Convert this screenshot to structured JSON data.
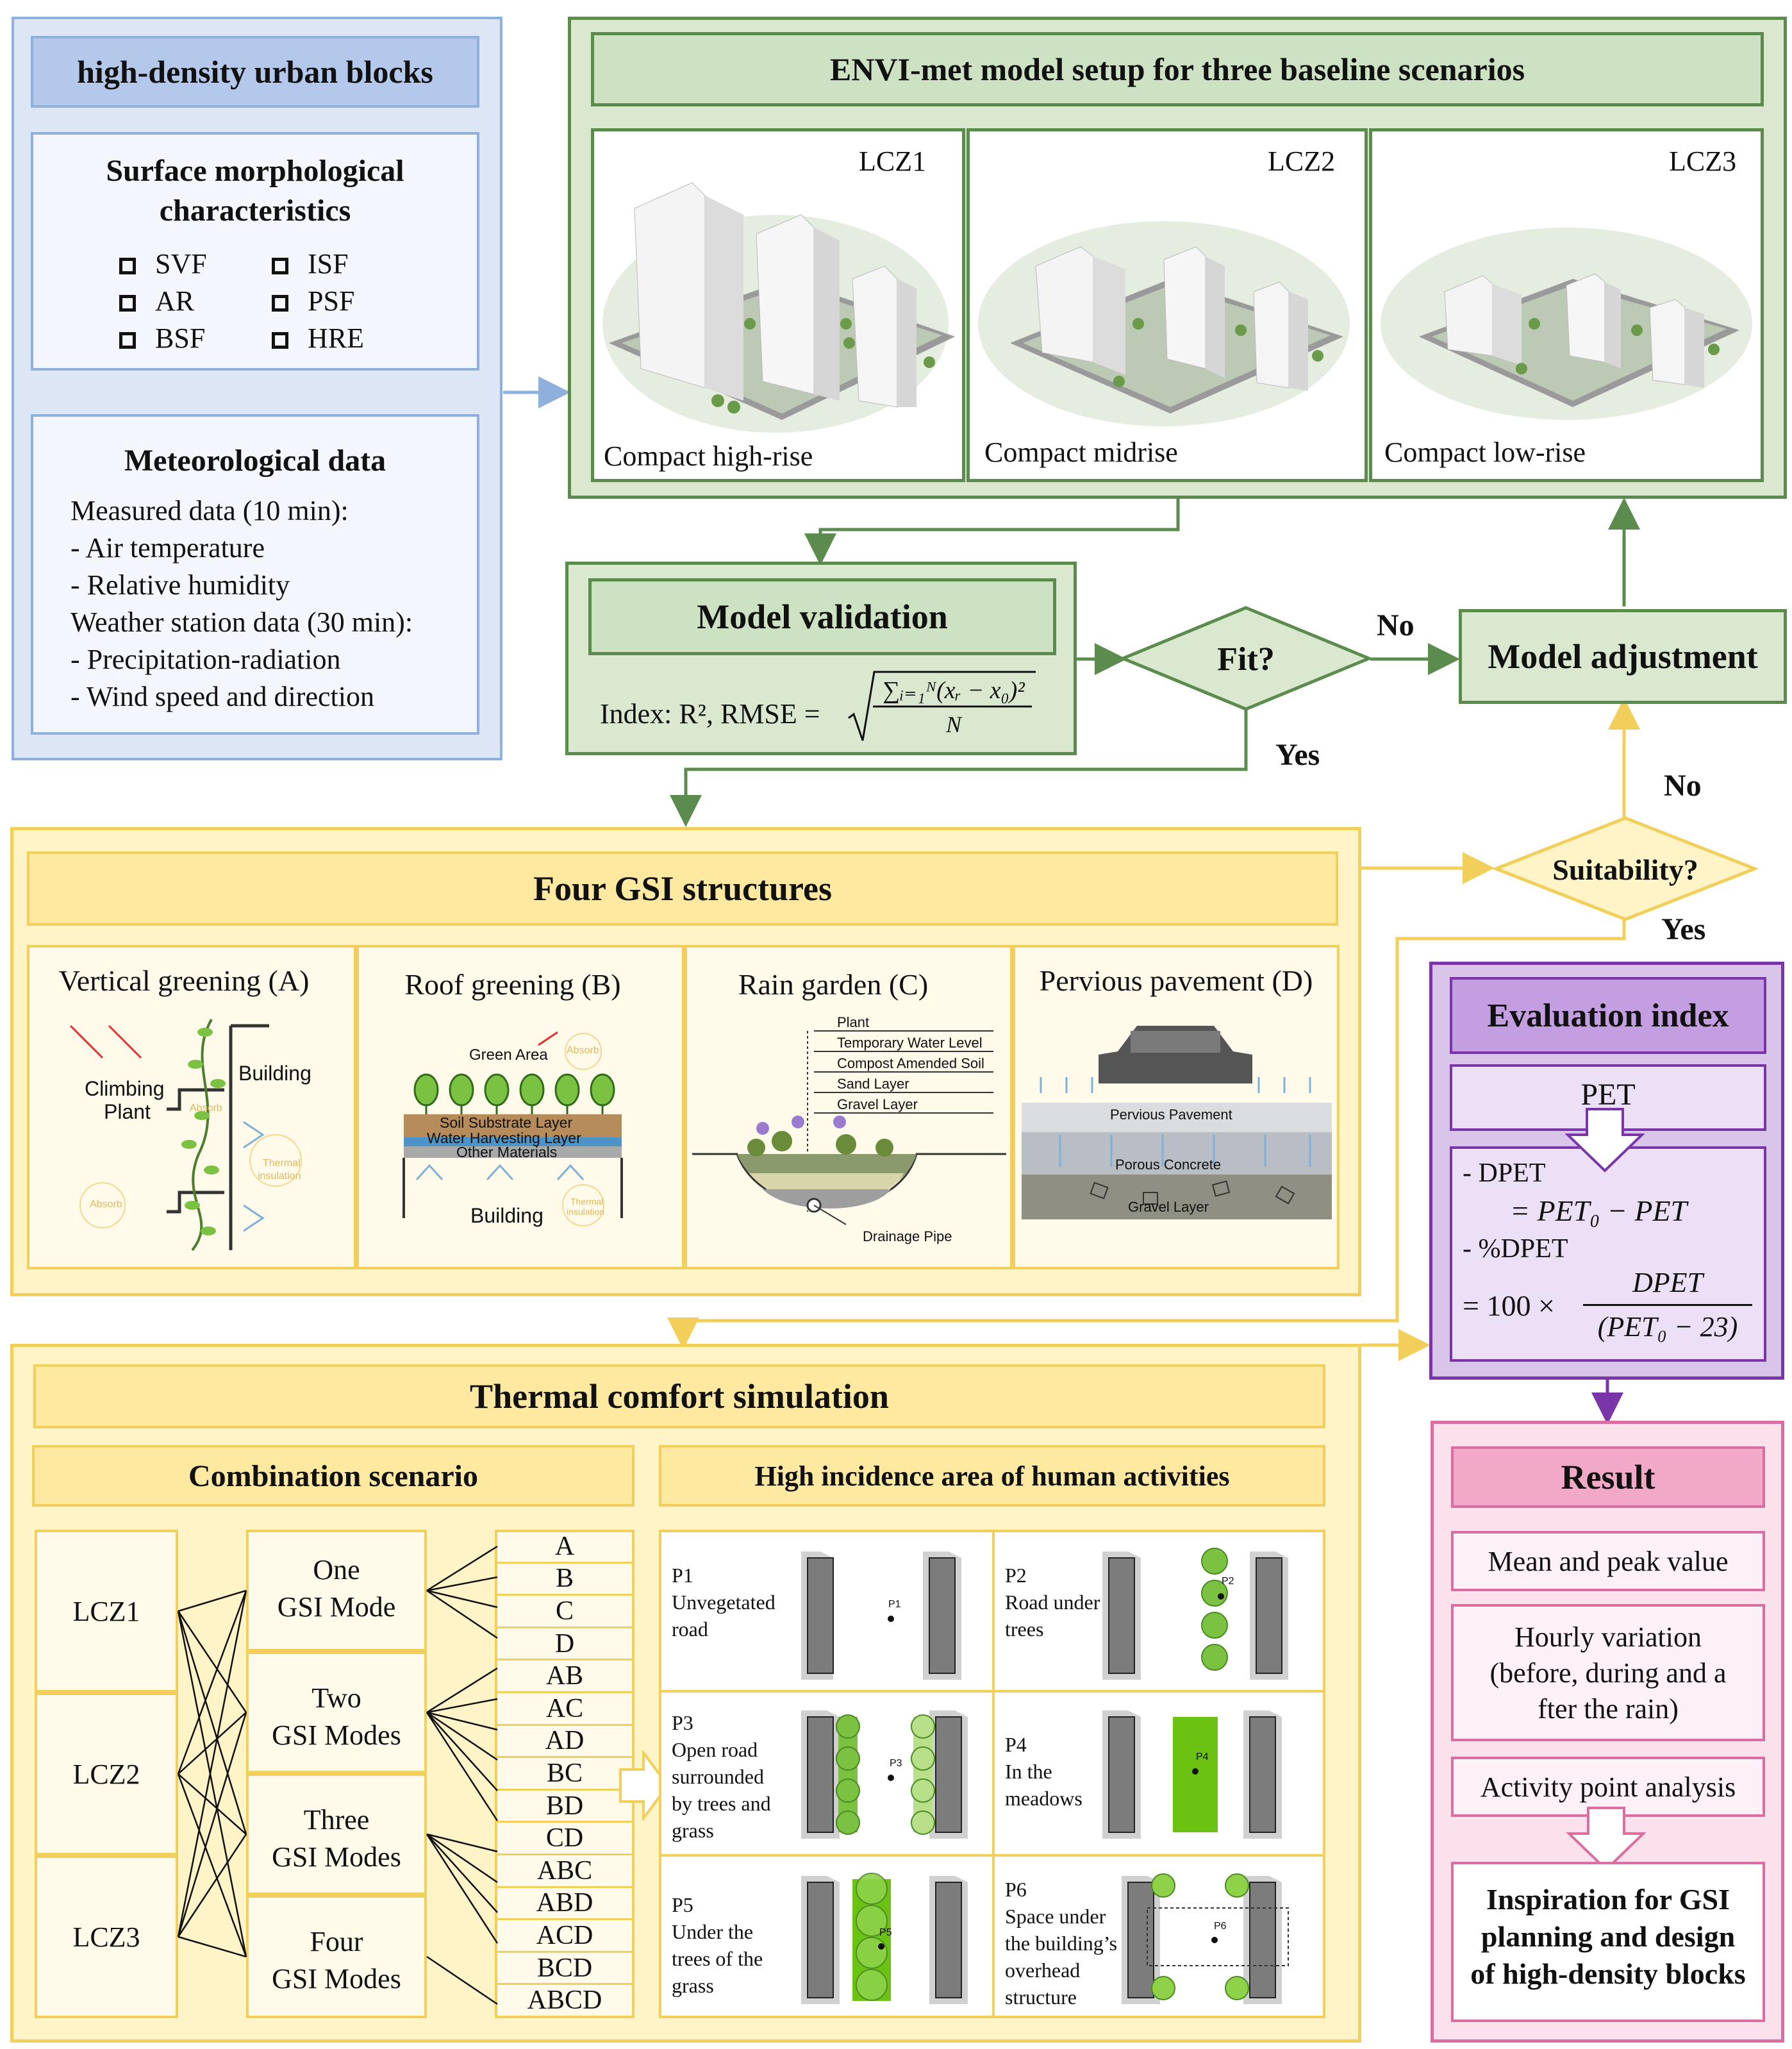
{
  "blocks": {
    "title": "high-density urban blocks",
    "morphology": {
      "title_line1": "Surface morphological",
      "title_line2": "characteristics",
      "items": [
        "SVF",
        "ISF",
        "AR",
        "PSF",
        "BSF",
        "HRE"
      ]
    },
    "meteo": {
      "title": "Meteorological data",
      "lines": [
        "Measured data (10 min):",
        "- Air temperature",
        "- Relative humidity",
        "Weather station data (30 min):",
        "- Precipitation-radiation",
        "- Wind speed and direction"
      ]
    }
  },
  "envi": {
    "title": "ENVI-met model setup for three baseline scenarios",
    "panels": [
      {
        "lcz": "LCZ1",
        "label": "Compact high-rise"
      },
      {
        "lcz": "LCZ2",
        "label": "Compact midrise"
      },
      {
        "lcz": "LCZ3",
        "label": "Compact low-rise"
      }
    ]
  },
  "validation": {
    "title": "Model validation",
    "index_label": "Index: R², RMSE =",
    "formula_num": "∑ᵢ₌₁ᴺ(xᵣ − x₀)²",
    "formula_den": "N"
  },
  "decision": {
    "fit": "Fit?",
    "no": "No",
    "yes": "Yes",
    "suitability": "Suitability?",
    "no2": "No",
    "yes2": "Yes"
  },
  "adjustment": {
    "title": "Model adjustment"
  },
  "gsi": {
    "title": "Four GSI structures",
    "panels": [
      {
        "title": "Vertical greening (A)",
        "labels": [
          "Climbing",
          "Plant",
          "Building",
          "Absorb",
          "Thermal",
          "insulation",
          "Absorb"
        ]
      },
      {
        "title": "Roof greening (B)",
        "labels": [
          "Green  Area",
          "Absorb",
          "Soil Substrate Layer",
          "Water Harvesting Layer",
          "Other Materials",
          "Building",
          "Thermal",
          "insulation"
        ]
      },
      {
        "title": "Rain garden (C)",
        "labels": [
          "Plant",
          "Temporary Water Level",
          "Compost Amended Soil",
          "Sand Layer",
          "Gravel Layer",
          "Drainage Pipe"
        ]
      },
      {
        "title": "Pervious pavement (D)",
        "labels": [
          "Pervious Pavement",
          "Porous Concrete",
          "Gravel Layer"
        ]
      }
    ]
  },
  "evaluation": {
    "title": "Evaluation index",
    "pet": "PET",
    "dpet_label": "- DPET",
    "dpet_formula": "= PET₀ − PET",
    "pdpet_label": "- %DPET",
    "pdpet_prefix": "= 100 ×",
    "pdpet_num": "DPET",
    "pdpet_den": "(PET₀ − 23)"
  },
  "thermal": {
    "title": "Thermal comfort simulation",
    "combo_title": "Combination scenario",
    "activity_title": "High incidence area of human activities",
    "lczs": [
      "LCZ1",
      "LCZ2",
      "LCZ3"
    ],
    "modes": [
      {
        "line1": "One",
        "line2": "GSI Mode"
      },
      {
        "line1": "Two",
        "line2": "GSI Modes"
      },
      {
        "line1": "Three",
        "line2": "GSI Modes"
      },
      {
        "line1": "Four",
        "line2": "GSI Modes"
      }
    ],
    "combos": [
      "A",
      "B",
      "C",
      "D",
      "AB",
      "AC",
      "AD",
      "BC",
      "BD",
      "CD",
      "ABC",
      "ABD",
      "ACD",
      "BCD",
      "ABCD"
    ],
    "points": [
      {
        "id": "P1",
        "lines": [
          "P1",
          "Unvegetated",
          "road"
        ]
      },
      {
        "id": "P2",
        "lines": [
          "P2",
          "Road under",
          "trees"
        ]
      },
      {
        "id": "P3",
        "lines": [
          "P3",
          "Open road",
          "surrounded",
          "by trees and",
          "grass"
        ]
      },
      {
        "id": "P4",
        "lines": [
          "P4",
          "In the",
          "meadows"
        ]
      },
      {
        "id": "P5",
        "lines": [
          "P5",
          "Under the",
          "trees of the",
          "grass"
        ]
      },
      {
        "id": "P6",
        "lines": [
          "P6",
          "Space under",
          "the building’s",
          "overhead",
          "structure"
        ]
      }
    ]
  },
  "result": {
    "title": "Result",
    "items": [
      "Mean and peak value",
      "Activity point analysis"
    ],
    "hourly_lines": [
      "Hourly variation",
      "(before, during and a",
      "fter the rain)"
    ],
    "inspiration_lines": [
      "Inspiration for GSI",
      "planning and design",
      "of high-density blocks"
    ]
  },
  "colors": {
    "blue": "#8fb0dc",
    "green": "#5b8c4e",
    "yellow": "#f2cf5a",
    "purple": "#7a36a8",
    "pink": "#d96fa0"
  }
}
